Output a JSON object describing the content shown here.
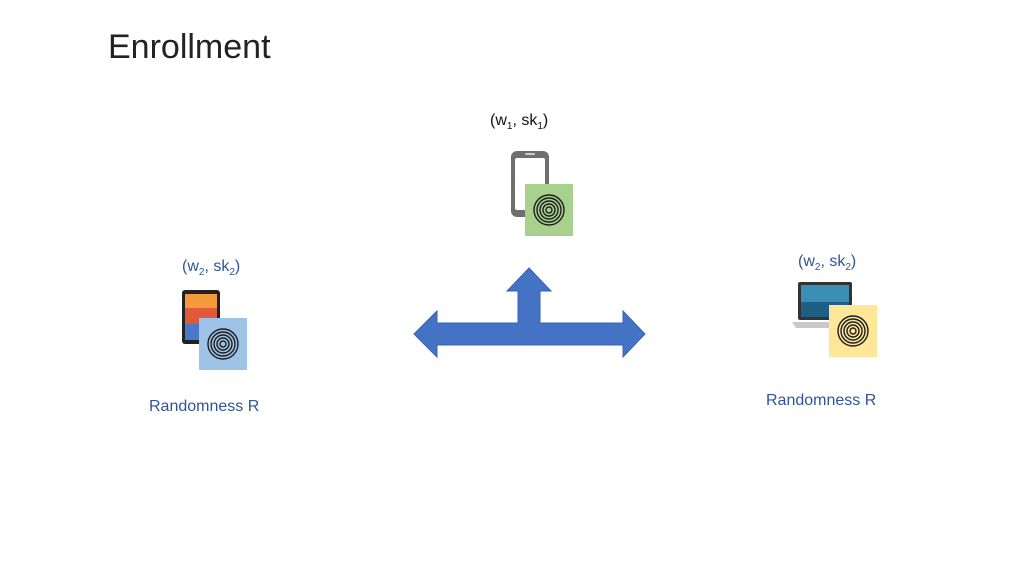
{
  "title": "Enrollment",
  "devices": {
    "top": {
      "label_w": "w",
      "label_w_sub": "1",
      "label_sk": "sk",
      "label_sk_sub": "1",
      "fingerprint_color": "#a9d18e",
      "device_icon": "smartphone-icon"
    },
    "left": {
      "label_w": "w",
      "label_w_sub": "2",
      "label_sk": "sk",
      "label_sk_sub": "2",
      "fingerprint_color": "#9dc3e6",
      "device_icon": "tablet-icon",
      "randomness": "Randomness R"
    },
    "right": {
      "label_w": "w",
      "label_w_sub": "2",
      "label_sk": "sk",
      "label_sk_sub": "2",
      "fingerprint_color": "#ffe699",
      "device_icon": "laptop-icon",
      "randomness": "Randomness R"
    }
  },
  "colors": {
    "arrow": "#4472c4",
    "accent_text": "#2f5597"
  }
}
